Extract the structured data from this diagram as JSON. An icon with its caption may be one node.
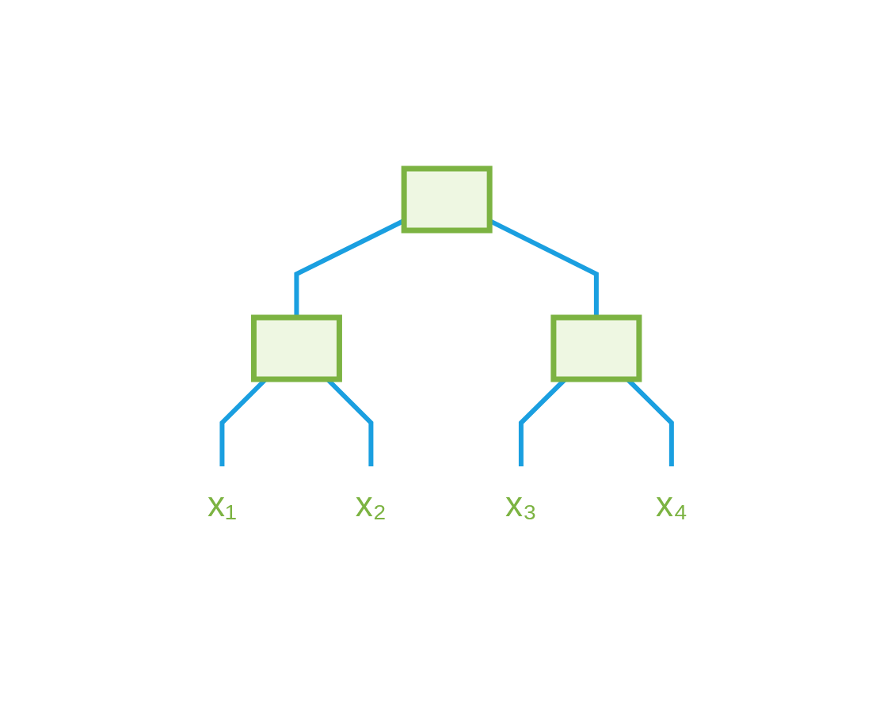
{
  "diagram": {
    "nodes": [
      {
        "text": [],
        "shape": "box"
      },
      {
        "text": [],
        "shape": "box"
      },
      {
        "text": [],
        "shape": "box"
      },
      {
        "text": [
          "x₁"
        ]
      },
      {
        "text": [
          "x₂"
        ]
      },
      {
        "text": [
          "x₃"
        ]
      },
      {
        "text": [
          "x₄"
        ]
      }
    ],
    "edges": [
      {
        "from": 0,
        "to": 1,
        "arrow": "none"
      },
      {
        "from": 0,
        "to": 2,
        "arrow": "none"
      },
      {
        "from": 1,
        "to": 3,
        "arrow": "none"
      },
      {
        "from": 1,
        "to": 4,
        "arrow": "none"
      },
      {
        "from": 2,
        "to": 5,
        "arrow": "none"
      },
      {
        "from": 2,
        "to": 6,
        "arrow": "none"
      }
    ]
  }
}
